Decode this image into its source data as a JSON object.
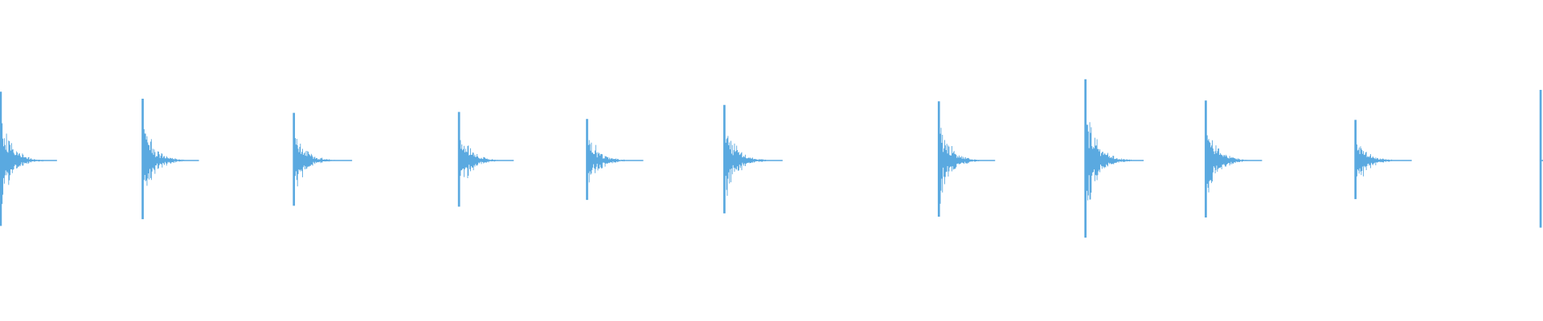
{
  "waveform": {
    "color": "#5aa9e0",
    "background": "#ffffff",
    "duration_fraction_shown": 1.0,
    "transients": [
      {
        "onset": 0.0,
        "peak": 0.78,
        "decay": 0.037
      },
      {
        "onset": 0.092,
        "peak": 0.7,
        "decay": 0.037
      },
      {
        "onset": 0.19,
        "peak": 0.54,
        "decay": 0.038
      },
      {
        "onset": 0.297,
        "peak": 0.55,
        "decay": 0.036
      },
      {
        "onset": 0.38,
        "peak": 0.47,
        "decay": 0.037
      },
      {
        "onset": 0.469,
        "peak": 0.63,
        "decay": 0.038
      },
      {
        "onset": 0.608,
        "peak": 0.67,
        "decay": 0.037
      },
      {
        "onset": 0.703,
        "peak": 0.92,
        "decay": 0.038
      },
      {
        "onset": 0.781,
        "peak": 0.68,
        "decay": 0.037
      },
      {
        "onset": 0.878,
        "peak": 0.46,
        "decay": 0.037
      },
      {
        "onset": 0.998,
        "peak": 0.8,
        "decay": 0.002
      }
    ]
  }
}
